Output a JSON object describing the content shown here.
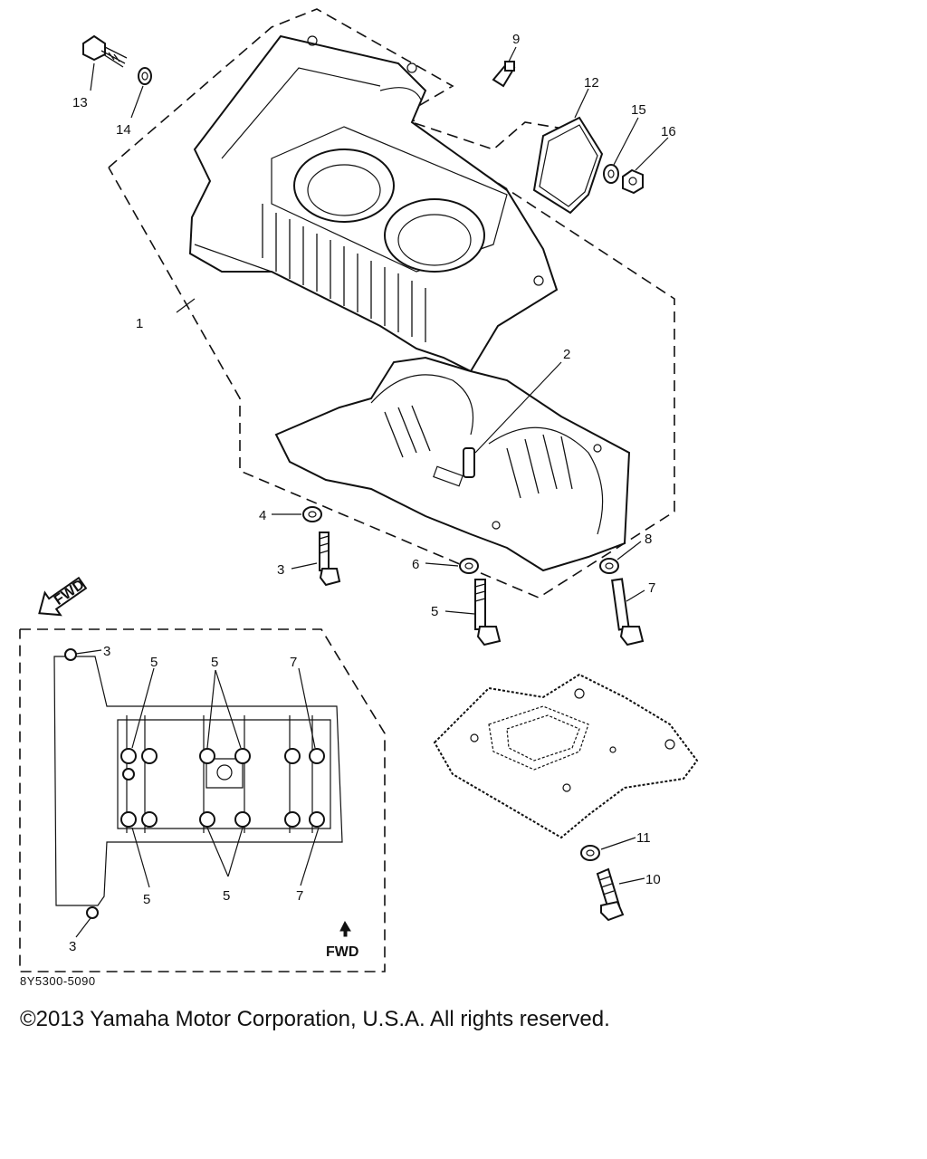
{
  "diagram": {
    "callouts": {
      "c1": "1",
      "c2": "2",
      "c3": "3",
      "c4": "4",
      "c5": "5",
      "c6": "6",
      "c7": "7",
      "c8": "8",
      "c9": "9",
      "c10": "10",
      "c11": "11",
      "c12": "12",
      "c13": "13",
      "c14": "14",
      "c15": "15",
      "c16": "16"
    },
    "inset": {
      "labels": {
        "tl3": "3",
        "t5a": "5",
        "t5b": "5",
        "t7": "7",
        "b5a": "5",
        "b5b": "5",
        "b7": "7",
        "bl3": "3"
      },
      "fwd_label": "FWD"
    },
    "fwd_arrow_label": "FWD",
    "drawing_code": "8Y5300-5090"
  },
  "footer": {
    "copyright": "©2013 Yamaha Motor Corporation, U.S.A. All rights reserved."
  },
  "colors": {
    "ink": "#111111",
    "background": "#ffffff"
  }
}
